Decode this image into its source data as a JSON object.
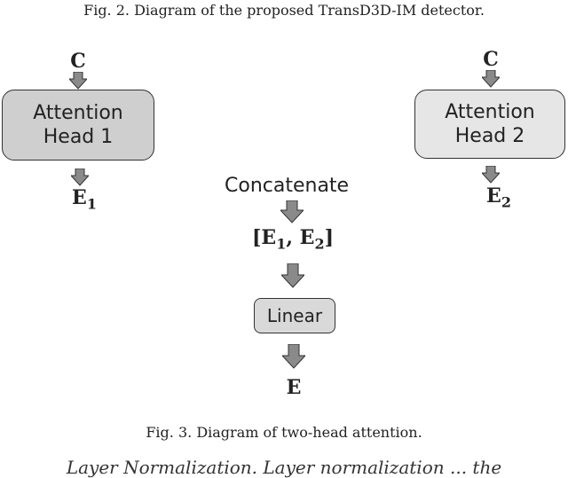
{
  "captions": {
    "fig2": "Fig. 2.  Diagram of the proposed TransD3D-IM detector.",
    "fig3": "Fig. 3.  Diagram of two-head attention."
  },
  "diagram": {
    "head1": {
      "input": "C",
      "label": "Attention\nHead 1",
      "output_base": "E",
      "output_sub": "1"
    },
    "head2": {
      "input": "C",
      "label": "Attention\nHead 2",
      "output_base": "E",
      "output_sub": "2"
    },
    "concat_label": "Concatenate",
    "concat_result": {
      "open": "[",
      "e1": "E",
      "e1_sub": "1",
      "sep": ",",
      "e2": "E",
      "e2_sub": "2",
      "close": "]"
    },
    "linear_label": "Linear",
    "final_output": "E"
  },
  "footer_partial": "Layer Normalization.  Layer normalization ...  the"
}
